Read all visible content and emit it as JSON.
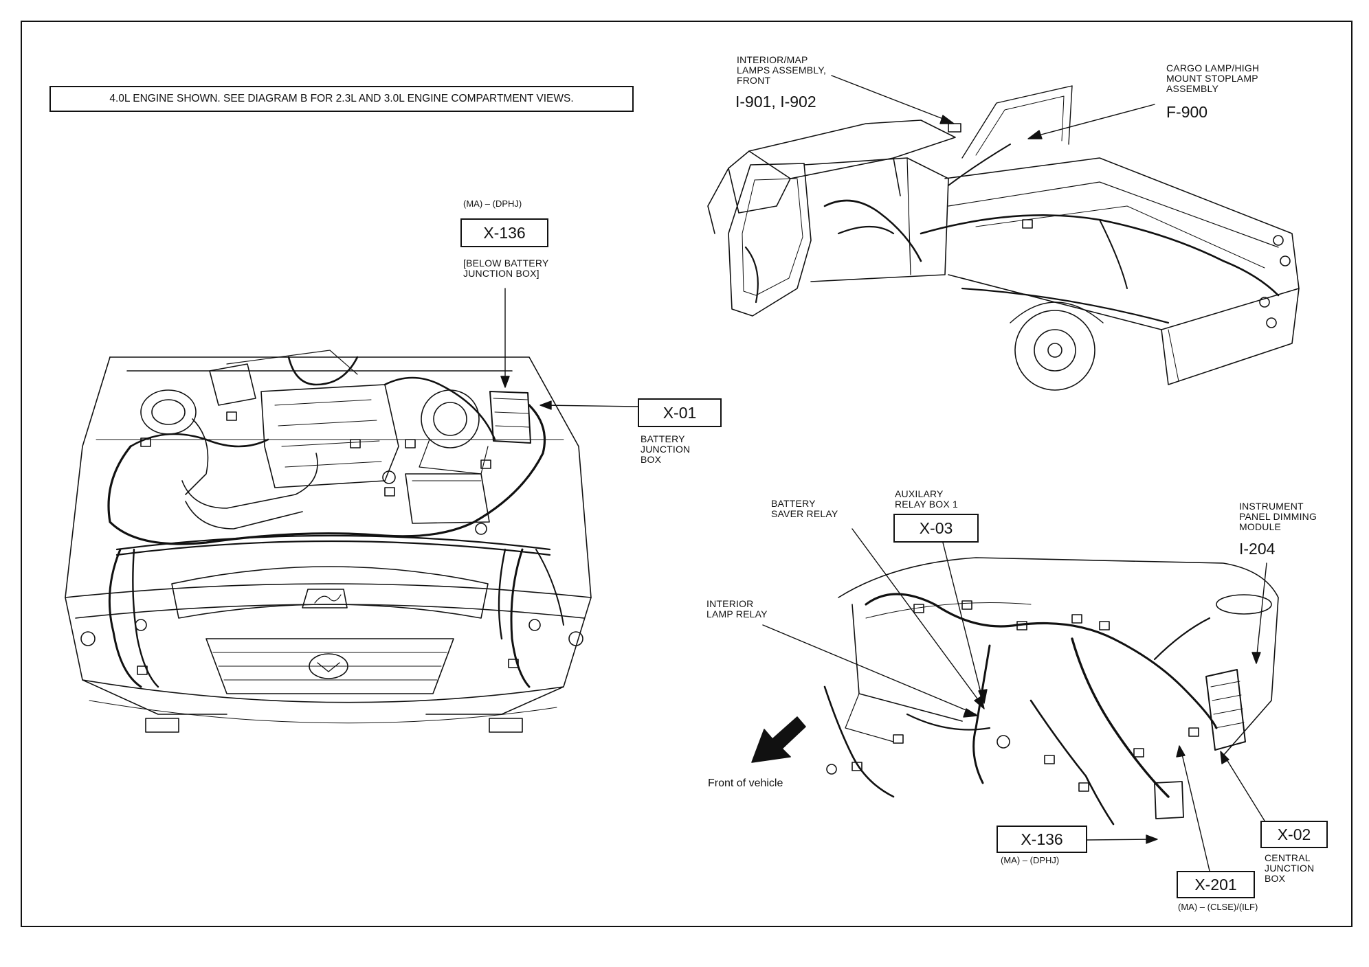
{
  "note": "4.0L ENGINE SHOWN. SEE DIAGRAM B FOR 2.3L AND 3.0L ENGINE COMPARTMENT VIEWS.",
  "engine": {
    "x136": {
      "code": "(MA) – (DPHJ)",
      "box": "X-136",
      "desc": "[BELOW BATTERY\nJUNCTION BOX]"
    },
    "x01": {
      "box": "X-01",
      "desc": "BATTERY\nJUNCTION\nBOX"
    }
  },
  "truck": {
    "interior_map": {
      "desc": "INTERIOR/MAP\nLAMPS ASSEMBLY,\nFRONT",
      "id": "I-901, I-902"
    },
    "cargo_lamp": {
      "desc": "CARGO LAMP/HIGH\nMOUNT STOPLAMP\nASSEMBLY",
      "id": "F-900"
    }
  },
  "dash": {
    "battery_saver": {
      "desc": "BATTERY\nSAVER RELAY"
    },
    "aux_relay": {
      "desc": "AUXILARY\nRELAY BOX 1",
      "box": "X-03"
    },
    "dimming": {
      "desc": "INSTRUMENT\nPANEL DIMMING\nMODULE",
      "id": "I-204"
    },
    "interior_lamp": {
      "desc": "INTERIOR\nLAMP RELAY"
    },
    "x136": {
      "box": "X-136",
      "code": "(MA) – (DPHJ)"
    },
    "x201": {
      "box": "X-201",
      "code": "(MA) – (CLSE)/(ILF)"
    },
    "x02": {
      "box": "X-02",
      "desc": "CENTRAL\nJUNCTION\nBOX"
    },
    "front": "Front of vehicle"
  }
}
